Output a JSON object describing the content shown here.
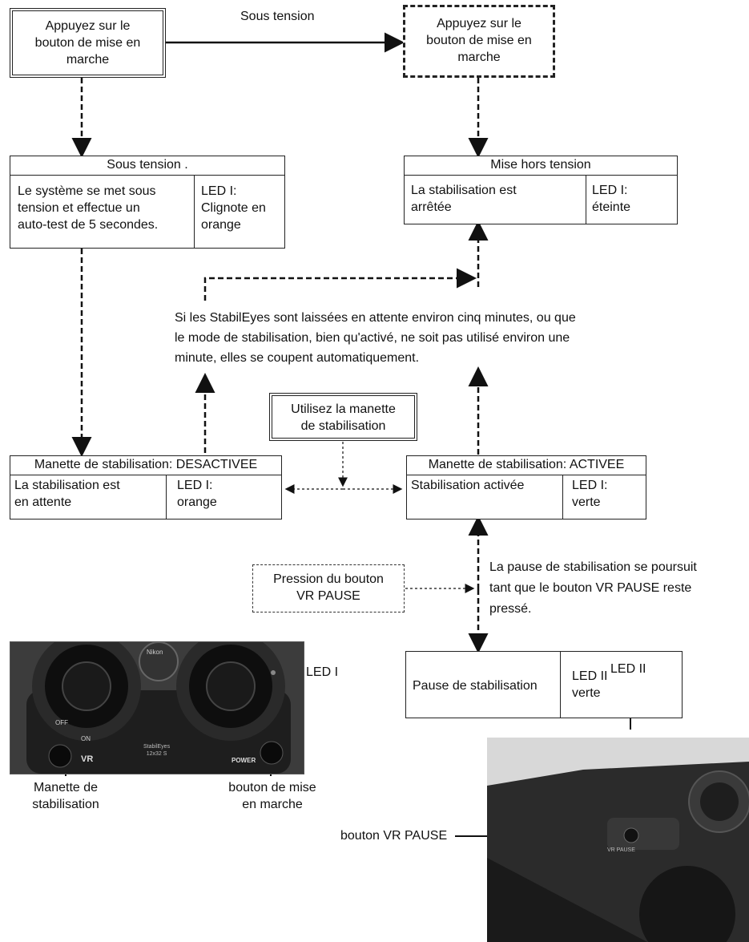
{
  "nodes": {
    "press_left": "Appuyez sur le\nbouton de mise en\nmarche",
    "press_right": "Appuyez sur le\nbouton de mise en\nmarche",
    "sous_tension_arrow": "Sous tension",
    "sous_tension_box": {
      "header": "Sous tension .",
      "left": "Le système se met sous\ntension et effectue un\nauto-test de 5 secondes.",
      "right": "LED I:\nClignote en\norange"
    },
    "mise_hors": {
      "header": "Mise hors tension",
      "left": "La stabilisation est\narrêtée",
      "right": "LED I:\néteinte"
    },
    "auto_off_note": "Si les StabilEyes sont laissées en attente environ cinq minutes, ou que\nle mode de stabilisation, bien qu'activé, ne soit pas utilisé environ une\nminute, elles se coupent automatiquement.",
    "use_lever": "Utilisez la manette\nde stabilisation",
    "desactivee": {
      "header": "Manette de stabilisation: DESACTIVEE",
      "left": "La stabilisation est\nen attente",
      "right": "LED I:\norange"
    },
    "activee": {
      "header": "Manette de stabilisation: ACTIVEE",
      "left": "Stabilisation activée",
      "right": "LED I:\nverte"
    },
    "vr_press": "Pression du bouton\nVR PAUSE",
    "pause_note": "La pause de stabilisation se poursuit\ntant que le bouton VR PAUSE reste\npressé.",
    "pause_box": {
      "left": "Pause de stabilisation",
      "right": "LED II\nverte"
    }
  },
  "photo_left": {
    "labels": {
      "led1": "LED I",
      "manette": "Manette de\nstabilisation",
      "power": "bouton de mise\nen marche"
    },
    "body_text": {
      "off": "OFF",
      "on": "ON",
      "vr": "VR",
      "power": "POWER",
      "brand": "Nikon",
      "model": "StabilEyes\n12x32 S"
    }
  },
  "photo_right": {
    "labels": {
      "led2": "LED II",
      "vr_pause": "bouton VR PAUSE"
    },
    "body_text": {
      "pause": "VR PAUSE"
    }
  }
}
